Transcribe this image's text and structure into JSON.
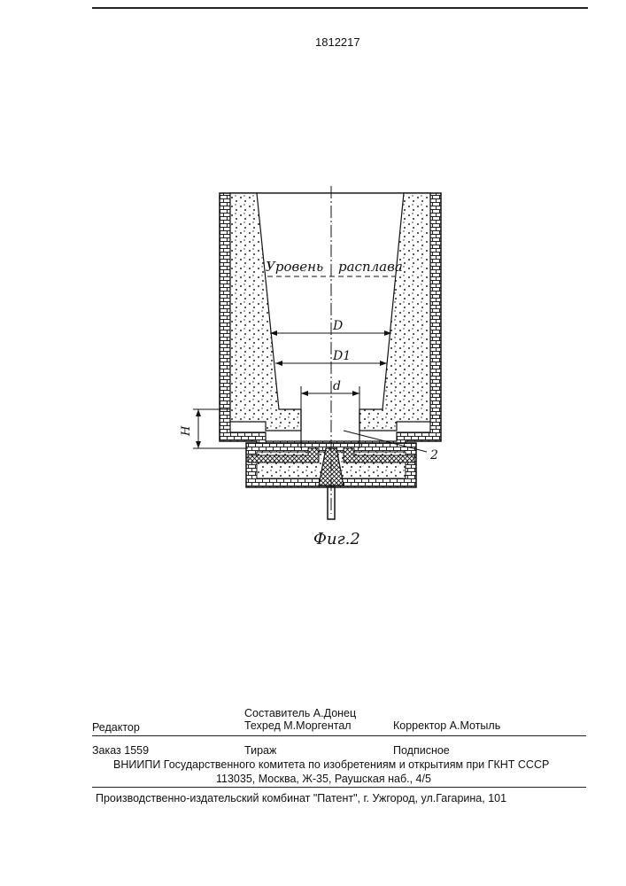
{
  "page": {
    "patent_number": "1812217"
  },
  "figure": {
    "label_melt_level_1": "Уровень",
    "label_melt_level_2": "расплава",
    "dim_D": "D",
    "dim_D1": "D1",
    "dim_d": "d",
    "dim_H": "H",
    "callout_2": "2",
    "caption": "Фиг.2"
  },
  "imprint": {
    "editor_label": "Редактор",
    "compiler": "Составитель  А.Донец",
    "techred": "Техред М.Моргентал",
    "corrector": "Корректор  А.Мотыль",
    "order": "Заказ   1559",
    "circulation": "Тираж",
    "subscription": "Подписное",
    "org_line": "ВНИИПИ Государственного комитета по изобретениям и открытиям при ГКНТ СССР",
    "address_line": "113035, Москва, Ж-35, Раушская наб., 4/5",
    "publisher_line": "Производственно-издательский комбинат \"Патент\", г. Ужгород, ул.Гагарина, 101"
  }
}
